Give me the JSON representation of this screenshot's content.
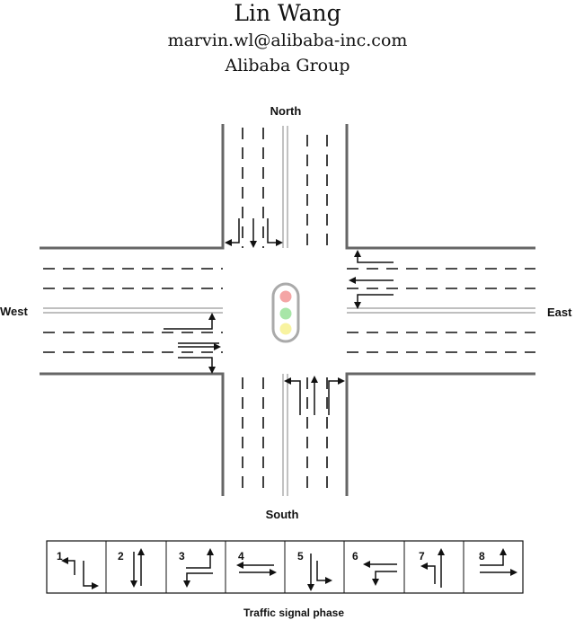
{
  "author": {
    "name": "Lin Wang",
    "email": "marvin.wl@alibaba-inc.com",
    "affiliation": "Alibaba Group"
  },
  "intersection": {
    "directions": {
      "north": "North",
      "south": "South",
      "west": "West",
      "east": "East"
    },
    "traffic_light": {
      "colors": {
        "red": "#f4a5a5",
        "green": "#a8e6a8",
        "yellow": "#f8f3a0"
      }
    }
  },
  "phases": {
    "caption": "Traffic signal phase",
    "items": [
      {
        "number": "1",
        "icon": "left-turn-north-south-icon"
      },
      {
        "number": "2",
        "icon": "through-north-south-icon"
      },
      {
        "number": "3",
        "icon": "left-turn-east-west-icon"
      },
      {
        "number": "4",
        "icon": "through-east-west-icon"
      },
      {
        "number": "5",
        "icon": "through-left-south-icon"
      },
      {
        "number": "6",
        "icon": "through-left-east-icon"
      },
      {
        "number": "7",
        "icon": "through-left-north-icon"
      },
      {
        "number": "8",
        "icon": "through-left-west-icon"
      }
    ]
  }
}
